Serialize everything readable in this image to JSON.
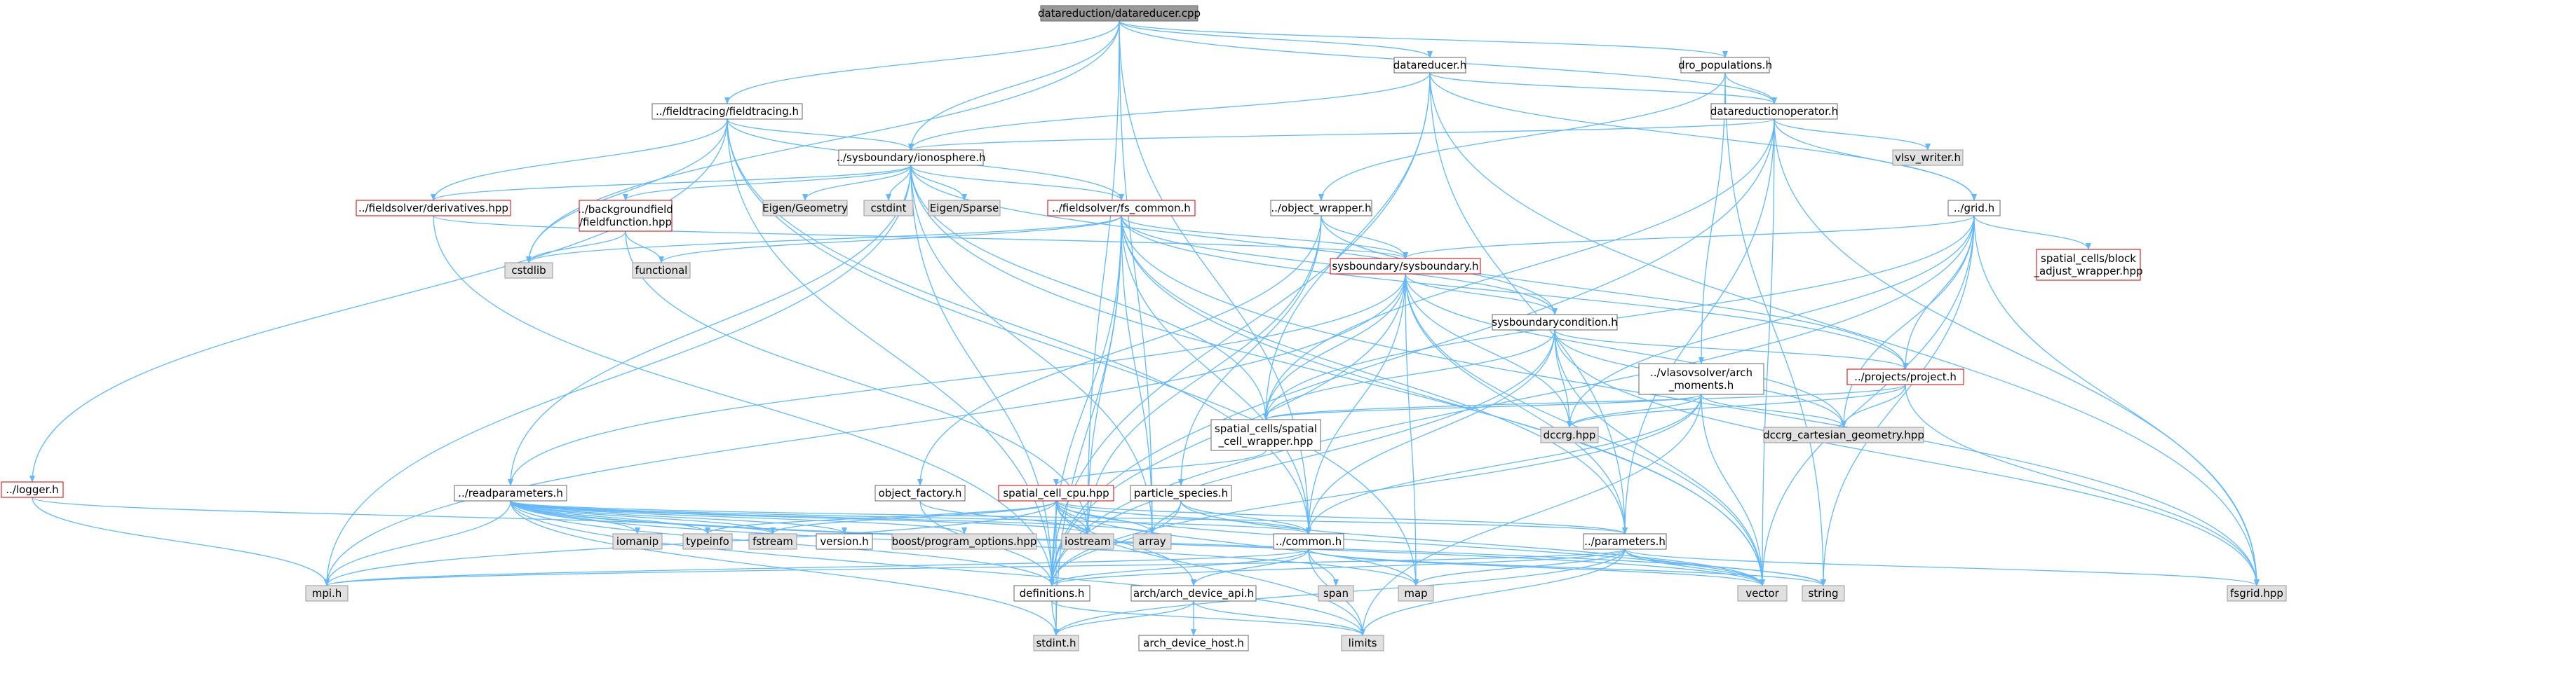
{
  "diagram": {
    "title": "datareduction/datareducer.cpp",
    "nodes": [
      {
        "id": "root",
        "label": "datareduction/datareducer.cpp",
        "style": "root"
      },
      {
        "id": "datareducer_h",
        "label": "datareducer.h",
        "style": "white"
      },
      {
        "id": "dro_populations_h",
        "label": "dro_populations.h",
        "style": "white"
      },
      {
        "id": "fieldtracing_h",
        "label": "../fieldtracing/fieldtracing.h",
        "style": "white"
      },
      {
        "id": "datareductionoperator_h",
        "label": "datareductionoperator.h",
        "style": "white"
      },
      {
        "id": "ionosphere_h",
        "label": "../sysboundary/ionosphere.h",
        "style": "white"
      },
      {
        "id": "vlsv_writer_h",
        "label": "vlsv_writer.h",
        "style": "grey"
      },
      {
        "id": "logger_h",
        "label": "../logger.h",
        "style": "red"
      },
      {
        "id": "derivatives_hpp",
        "label": "../fieldsolver/derivatives.hpp",
        "style": "red"
      },
      {
        "id": "fieldfunction_hpp",
        "label": "../backgroundfield\n/fieldfunction.hpp",
        "style": "red"
      },
      {
        "id": "eigen_geometry",
        "label": "Eigen/Geometry",
        "style": "grey"
      },
      {
        "id": "cstdint",
        "label": "cstdint",
        "style": "grey"
      },
      {
        "id": "eigen_sparse",
        "label": "Eigen/Sparse",
        "style": "grey"
      },
      {
        "id": "fs_common_h",
        "label": "../fieldsolver/fs_common.h",
        "style": "red"
      },
      {
        "id": "object_wrapper_h",
        "label": "../object_wrapper.h",
        "style": "white"
      },
      {
        "id": "grid_h",
        "label": "../grid.h",
        "style": "white"
      },
      {
        "id": "block_adjust_wrapper_hpp",
        "label": "spatial_cells/block\n_adjust_wrapper.hpp",
        "style": "red"
      },
      {
        "id": "cstdlib",
        "label": "cstdlib",
        "style": "grey"
      },
      {
        "id": "functional",
        "label": "functional",
        "style": "grey"
      },
      {
        "id": "sysboundary_h",
        "label": "sysboundary/sysboundary.h",
        "style": "red"
      },
      {
        "id": "sysboundarycondition_h",
        "label": "sysboundarycondition.h",
        "style": "white"
      },
      {
        "id": "arch_moments_h",
        "label": "../vlasovsolver/arch\n_moments.h",
        "style": "white"
      },
      {
        "id": "project_h",
        "label": "../projects/project.h",
        "style": "red"
      },
      {
        "id": "dccrg_hpp",
        "label": "dccrg.hpp",
        "style": "grey"
      },
      {
        "id": "dccrg_cart_hpp",
        "label": "dccrg_cartesian_geometry.hpp",
        "style": "grey"
      },
      {
        "id": "spatial_cell_wrapper_hpp",
        "label": "spatial_cells/spatial\n_cell_wrapper.hpp",
        "style": "white"
      },
      {
        "id": "object_factory_h",
        "label": "object_factory.h",
        "style": "white"
      },
      {
        "id": "spatial_cell_cpu_hpp",
        "label": "spatial_cell_cpu.hpp",
        "style": "red"
      },
      {
        "id": "particle_species_h",
        "label": "particle_species.h",
        "style": "white"
      },
      {
        "id": "readparameters_h",
        "label": "../readparameters.h",
        "style": "white"
      },
      {
        "id": "common_h",
        "label": "../common.h",
        "style": "white"
      },
      {
        "id": "parameters_h",
        "label": "../parameters.h",
        "style": "white"
      },
      {
        "id": "iomanip",
        "label": "iomanip",
        "style": "grey"
      },
      {
        "id": "typeinfo",
        "label": "typeinfo",
        "style": "grey"
      },
      {
        "id": "fstream",
        "label": "fstream",
        "style": "grey"
      },
      {
        "id": "version_h",
        "label": "version.h",
        "style": "white"
      },
      {
        "id": "boost_po_hpp",
        "label": "boost/program_options.hpp",
        "style": "grey"
      },
      {
        "id": "iostream",
        "label": "iostream",
        "style": "grey"
      },
      {
        "id": "array",
        "label": "array",
        "style": "grey"
      },
      {
        "id": "span",
        "label": "span",
        "style": "grey"
      },
      {
        "id": "map",
        "label": "map",
        "style": "grey"
      },
      {
        "id": "vector",
        "label": "vector",
        "style": "grey"
      },
      {
        "id": "string",
        "label": "string",
        "style": "grey"
      },
      {
        "id": "fsgrid_hpp",
        "label": "fsgrid.hpp",
        "style": "grey"
      },
      {
        "id": "mpi_h",
        "label": "mpi.h",
        "style": "grey"
      },
      {
        "id": "definitions_h",
        "label": "definitions.h",
        "style": "white"
      },
      {
        "id": "arch_device_api_h",
        "label": "arch/arch_device_api.h",
        "style": "white"
      },
      {
        "id": "arch_device_host_h",
        "label": "arch_device_host.h",
        "style": "white"
      },
      {
        "id": "stdint_h",
        "label": "stdint.h",
        "style": "grey"
      },
      {
        "id": "limits",
        "label": "limits",
        "style": "grey"
      }
    ],
    "edges": [
      [
        "root",
        "datareducer_h"
      ],
      [
        "root",
        "dro_populations_h"
      ],
      [
        "root",
        "fieldtracing_h"
      ],
      [
        "root",
        "ionosphere_h"
      ],
      [
        "root",
        "array"
      ],
      [
        "root",
        "cstdlib"
      ],
      [
        "root",
        "iostream"
      ],
      [
        "root",
        "datareductionoperator_h"
      ],
      [
        "root",
        "common_h"
      ],
      [
        "datareducer_h",
        "datareductionoperator_h"
      ],
      [
        "datareducer_h",
        "ionosphere_h"
      ],
      [
        "datareducer_h",
        "grid_h"
      ],
      [
        "datareducer_h",
        "fsgrid_hpp"
      ],
      [
        "datareducer_h",
        "definitions_h"
      ],
      [
        "datareducer_h",
        "spatial_cell_wrapper_hpp"
      ],
      [
        "datareducer_h",
        "parameters_h"
      ],
      [
        "dro_populations_h",
        "datareductionoperator_h"
      ],
      [
        "dro_populations_h",
        "object_wrapper_h"
      ],
      [
        "dro_populations_h",
        "arch_moments_h"
      ],
      [
        "dro_populations_h",
        "string"
      ],
      [
        "fieldtracing_h",
        "ionosphere_h"
      ],
      [
        "fieldtracing_h",
        "derivatives_hpp"
      ],
      [
        "fieldtracing_h",
        "fs_common_h"
      ],
      [
        "fieldtracing_h",
        "logger_h"
      ],
      [
        "fieldtracing_h",
        "definitions_h"
      ],
      [
        "fieldtracing_h",
        "cstdlib"
      ],
      [
        "fieldtracing_h",
        "common_h"
      ],
      [
        "fieldtracing_h",
        "map"
      ],
      [
        "datareductionoperator_h",
        "vlsv_writer_h"
      ],
      [
        "datareductionoperator_h",
        "grid_h"
      ],
      [
        "datareductionoperator_h",
        "ionosphere_h"
      ],
      [
        "datareductionoperator_h",
        "fsgrid_hpp"
      ],
      [
        "datareductionoperator_h",
        "vector"
      ],
      [
        "datareductionoperator_h",
        "spatial_cell_wrapper_hpp"
      ],
      [
        "datareductionoperator_h",
        "definitions_h"
      ],
      [
        "datareductionoperator_h",
        "parameters_h"
      ],
      [
        "ionosphere_h",
        "derivatives_hpp"
      ],
      [
        "ionosphere_h",
        "fieldfunction_hpp"
      ],
      [
        "ionosphere_h",
        "eigen_geometry"
      ],
      [
        "ionosphere_h",
        "cstdint"
      ],
      [
        "ionosphere_h",
        "eigen_sparse"
      ],
      [
        "ionosphere_h",
        "fs_common_h"
      ],
      [
        "ionosphere_h",
        "sysboundarycondition_h"
      ],
      [
        "ionosphere_h",
        "spatial_cell_wrapper_hpp"
      ],
      [
        "ionosphere_h",
        "readparameters_h"
      ],
      [
        "ionosphere_h",
        "definitions_h"
      ],
      [
        "ionosphere_h",
        "mpi_h"
      ],
      [
        "ionosphere_h",
        "vector"
      ],
      [
        "ionosphere_h",
        "array"
      ],
      [
        "logger_h",
        "fstream"
      ],
      [
        "logger_h",
        "mpi_h"
      ],
      [
        "derivatives_hpp",
        "sysboundary_h"
      ],
      [
        "derivatives_hpp",
        "definitions_h"
      ],
      [
        "fieldfunction_hpp",
        "functional"
      ],
      [
        "fieldfunction_hpp",
        "cstdlib"
      ],
      [
        "fieldfunction_hpp",
        "iostream"
      ],
      [
        "fs_common_h",
        "sysboundary_h"
      ],
      [
        "fs_common_h",
        "cstdlib"
      ],
      [
        "fs_common_h",
        "functional"
      ],
      [
        "fs_common_h",
        "common_h"
      ],
      [
        "fs_common_h",
        "fsgrid_hpp"
      ],
      [
        "fs_common_h",
        "iostream"
      ],
      [
        "fs_common_h",
        "definitions_h"
      ],
      [
        "fs_common_h",
        "sysboundarycondition_h"
      ],
      [
        "fs_common_h",
        "project_h"
      ],
      [
        "fs_common_h",
        "stdint_h"
      ],
      [
        "fs_common_h",
        "parameters_h"
      ],
      [
        "fs_common_h",
        "vector"
      ],
      [
        "fs_common_h",
        "array"
      ],
      [
        "object_wrapper_h",
        "sysboundary_h"
      ],
      [
        "object_wrapper_h",
        "object_factory_h"
      ],
      [
        "object_wrapper_h",
        "particle_species_h"
      ],
      [
        "object_wrapper_h",
        "project_h"
      ],
      [
        "object_wrapper_h",
        "iostream"
      ],
      [
        "grid_h",
        "sysboundary_h"
      ],
      [
        "grid_h",
        "block_adjust_wrapper_hpp"
      ],
      [
        "grid_h",
        "project_h"
      ],
      [
        "grid_h",
        "spatial_cell_wrapper_hpp"
      ],
      [
        "grid_h",
        "dccrg_hpp"
      ],
      [
        "grid_h",
        "dccrg_cart_hpp"
      ],
      [
        "grid_h",
        "fsgrid_hpp"
      ],
      [
        "grid_h",
        "string"
      ],
      [
        "grid_h",
        "vector"
      ],
      [
        "grid_h",
        "definitions_h"
      ],
      [
        "sysboundary_h",
        "sysboundarycondition_h"
      ],
      [
        "sysboundary_h",
        "spatial_cell_wrapper_hpp"
      ],
      [
        "sysboundary_h",
        "readparameters_h"
      ],
      [
        "sysboundary_h",
        "dccrg_hpp"
      ],
      [
        "sysboundary_h",
        "dccrg_cart_hpp"
      ],
      [
        "sysboundary_h",
        "map"
      ],
      [
        "sysboundary_h",
        "vector"
      ],
      [
        "sysboundary_h",
        "definitions_h"
      ],
      [
        "sysboundary_h",
        "parameters_h"
      ],
      [
        "sysboundary_h",
        "mpi_h"
      ],
      [
        "sysboundary_h",
        "common_h"
      ],
      [
        "sysboundarycondition_h",
        "project_h"
      ],
      [
        "sysboundarycondition_h",
        "dccrg_hpp"
      ],
      [
        "sysboundarycondition_h",
        "dccrg_cart_hpp"
      ],
      [
        "sysboundarycondition_h",
        "spatial_cell_wrapper_hpp"
      ],
      [
        "sysboundarycondition_h",
        "fsgrid_hpp"
      ],
      [
        "sysboundarycondition_h",
        "vector"
      ],
      [
        "sysboundarycondition_h",
        "common_h"
      ],
      [
        "sysboundarycondition_h",
        "definitions_h"
      ],
      [
        "arch_moments_h",
        "spatial_cell_wrapper_hpp"
      ],
      [
        "arch_moments_h",
        "dccrg_hpp"
      ],
      [
        "arch_moments_h",
        "dccrg_cart_hpp"
      ],
      [
        "arch_moments_h",
        "common_h"
      ],
      [
        "arch_moments_h",
        "definitions_h"
      ],
      [
        "arch_moments_h",
        "vector"
      ],
      [
        "arch_moments_h",
        "limits"
      ],
      [
        "project_h",
        "spatial_cell_wrapper_hpp"
      ],
      [
        "project_h",
        "dccrg_hpp"
      ],
      [
        "project_h",
        "dccrg_cart_hpp"
      ],
      [
        "project_h",
        "fsgrid_hpp"
      ],
      [
        "spatial_cell_wrapper_hpp",
        "spatial_cell_cpu_hpp"
      ],
      [
        "object_factory_h",
        "definitions_h"
      ],
      [
        "object_factory_h",
        "iostream"
      ],
      [
        "spatial_cell_cpu_hpp",
        "array"
      ],
      [
        "spatial_cell_cpu_hpp",
        "common_h"
      ],
      [
        "spatial_cell_cpu_hpp",
        "parameters_h"
      ],
      [
        "spatial_cell_cpu_hpp",
        "definitions_h"
      ],
      [
        "spatial_cell_cpu_hpp",
        "iostream"
      ],
      [
        "spatial_cell_cpu_hpp",
        "mpi_h"
      ],
      [
        "spatial_cell_cpu_hpp",
        "map"
      ],
      [
        "spatial_cell_cpu_hpp",
        "vector"
      ],
      [
        "spatial_cell_cpu_hpp",
        "limits"
      ],
      [
        "spatial_cell_cpu_hpp",
        "stdint_h"
      ],
      [
        "spatial_cell_cpu_hpp",
        "fstream"
      ],
      [
        "spatial_cell_cpu_hpp",
        "typeinfo"
      ],
      [
        "spatial_cell_cpu_hpp",
        "arch_device_api_h"
      ],
      [
        "particle_species_h",
        "common_h"
      ],
      [
        "particle_species_h",
        "definitions_h"
      ],
      [
        "particle_species_h",
        "array"
      ],
      [
        "particle_species_h",
        "vector"
      ],
      [
        "readparameters_h",
        "iomanip"
      ],
      [
        "readparameters_h",
        "typeinfo"
      ],
      [
        "readparameters_h",
        "fstream"
      ],
      [
        "readparameters_h",
        "version_h"
      ],
      [
        "readparameters_h",
        "boost_po_hpp"
      ],
      [
        "readparameters_h",
        "iostream"
      ],
      [
        "readparameters_h",
        "array"
      ],
      [
        "readparameters_h",
        "common_h"
      ],
      [
        "readparameters_h",
        "parameters_h"
      ],
      [
        "readparameters_h",
        "map"
      ],
      [
        "readparameters_h",
        "vector"
      ],
      [
        "readparameters_h",
        "string"
      ],
      [
        "readparameters_h",
        "limits"
      ],
      [
        "readparameters_h",
        "mpi_h"
      ],
      [
        "readparameters_h",
        "definitions_h"
      ],
      [
        "readparameters_h",
        "stdint_h"
      ],
      [
        "common_h",
        "definitions_h"
      ],
      [
        "common_h",
        "vector"
      ],
      [
        "common_h",
        "limits"
      ],
      [
        "common_h",
        "span"
      ],
      [
        "common_h",
        "arch_device_api_h"
      ],
      [
        "common_h",
        "string"
      ],
      [
        "common_h",
        "mpi_h"
      ],
      [
        "parameters_h",
        "definitions_h"
      ],
      [
        "parameters_h",
        "map"
      ],
      [
        "parameters_h",
        "vector"
      ],
      [
        "parameters_h",
        "string"
      ],
      [
        "parameters_h",
        "limits"
      ],
      [
        "parameters_h",
        "stdint_h"
      ],
      [
        "parameters_h",
        "fsgrid_hpp"
      ],
      [
        "parameters_h",
        "mpi_h"
      ],
      [
        "definitions_h",
        "stdint_h"
      ],
      [
        "definitions_h",
        "limits"
      ],
      [
        "arch_device_api_h",
        "arch_device_host_h"
      ],
      [
        "arch_device_api_h",
        "stdint_h"
      ],
      [
        "arch_device_api_h",
        "limits"
      ]
    ]
  }
}
